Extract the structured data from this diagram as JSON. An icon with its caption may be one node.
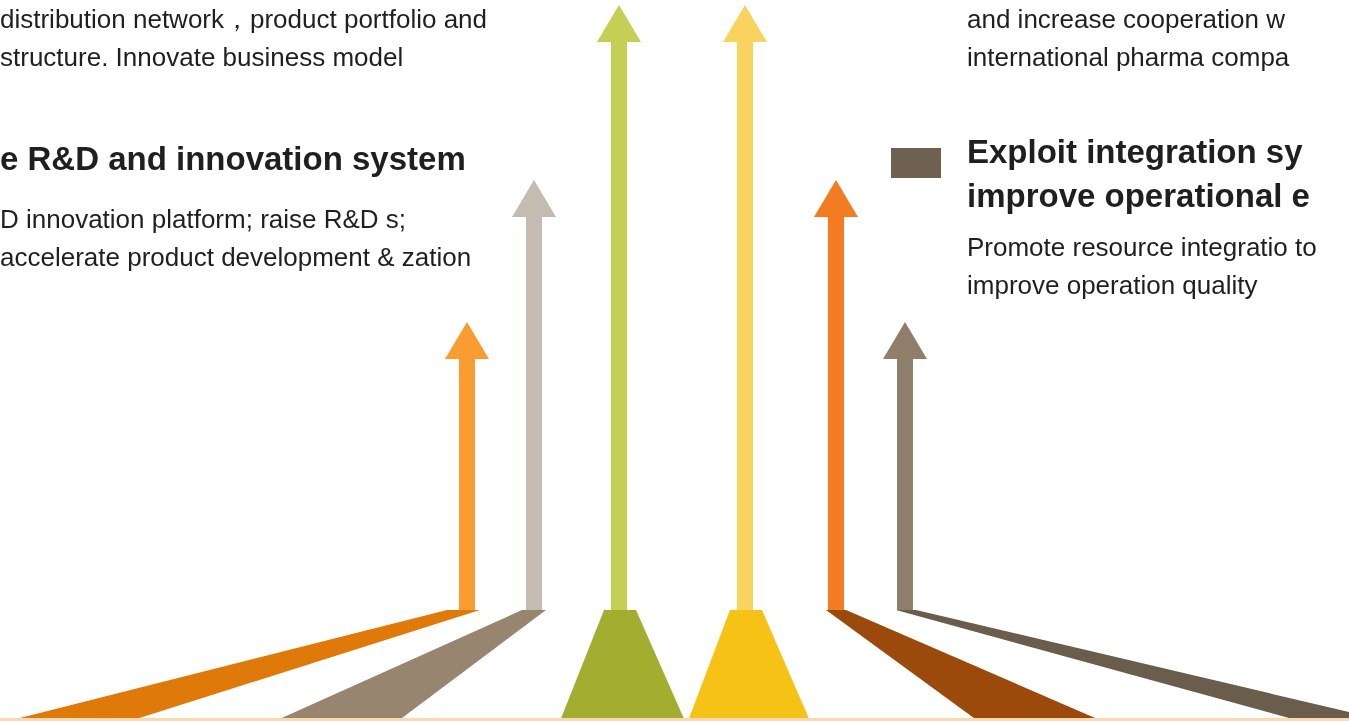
{
  "diagram": {
    "labels": [
      "distribution network，product portfolio and structure. Innovate business model",
      "and increase cooperation w international pharma compa",
      "e R&D and innovation system",
      "Exploit integration sy improve operational e",
      "D innovation platform; raise R&D s; accelerate product development & zation",
      "Promote resource integratio to improve operation quality"
    ]
  }
}
